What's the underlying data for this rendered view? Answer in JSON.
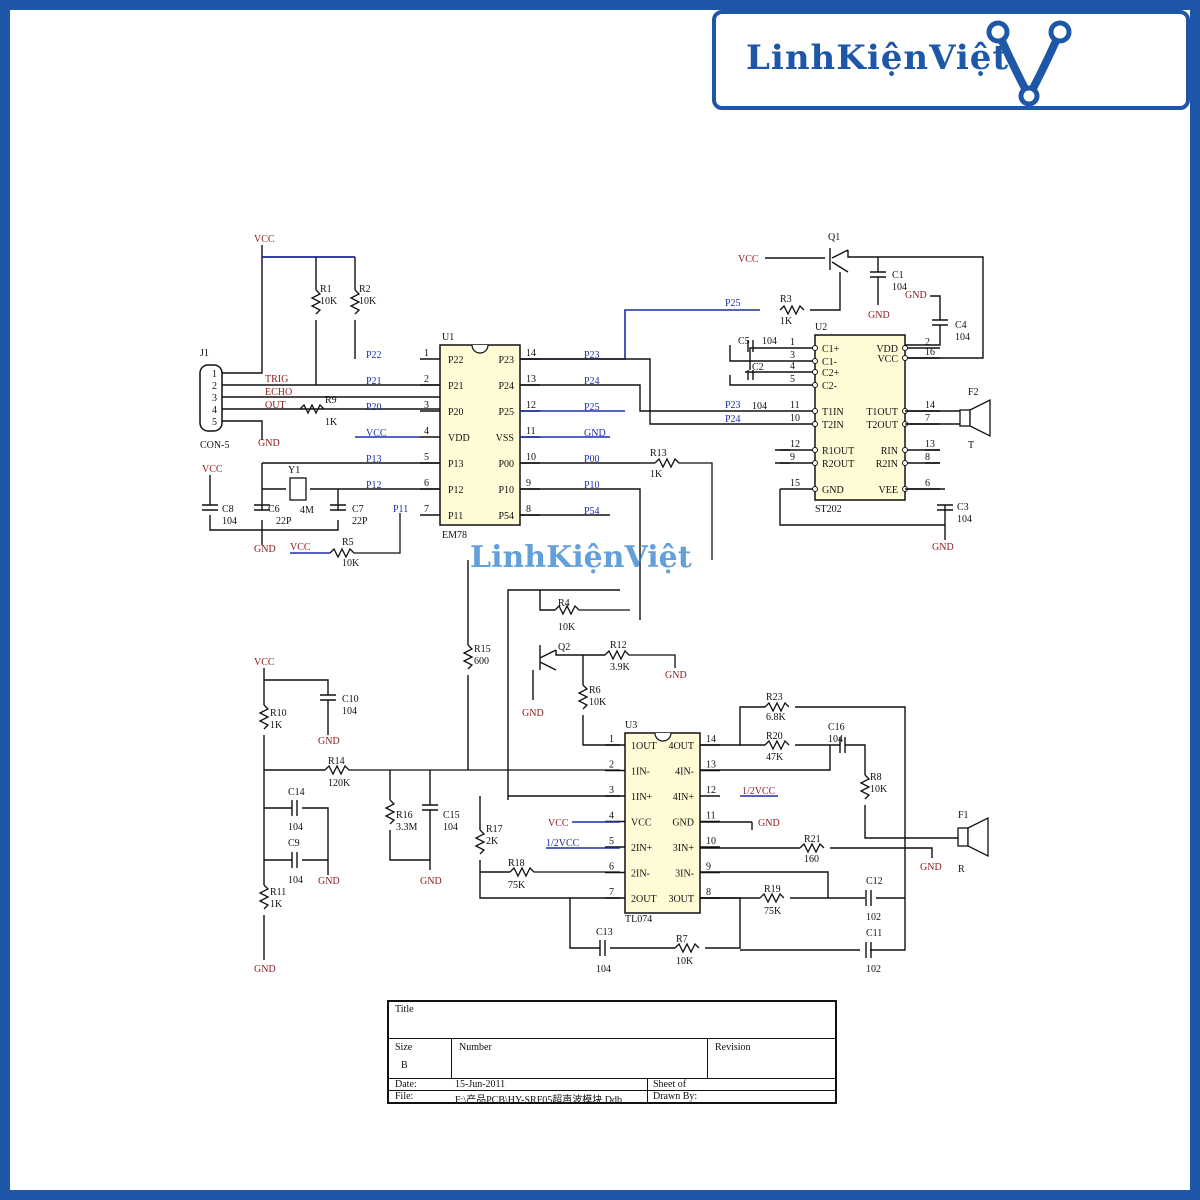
{
  "logo": {
    "brand_text": "LinhKiệnViệt"
  },
  "watermark": {
    "text": "LinhKiệnViệt"
  },
  "connector_j1": {
    "ref": "J1",
    "part": "CON-5",
    "pins": [
      "1",
      "2",
      "3",
      "4",
      "5"
    ],
    "signals": [
      "TRIG",
      "ECHO",
      "OUT"
    ]
  },
  "u1": {
    "ref": "U1",
    "part": "EM78",
    "left_pins": [
      {
        "num": "1",
        "name": "P22",
        "net": "P22"
      },
      {
        "num": "2",
        "name": "P21",
        "net": "P21"
      },
      {
        "num": "3",
        "name": "P20",
        "net": "P20"
      },
      {
        "num": "4",
        "name": "VDD",
        "net": "VCC"
      },
      {
        "num": "5",
        "name": "P13",
        "net": "P13"
      },
      {
        "num": "6",
        "name": "P12",
        "net": "P12"
      },
      {
        "num": "7",
        "name": "P11",
        "net": "P11"
      }
    ],
    "right_pins": [
      {
        "num": "14",
        "name": "P23",
        "net": "P23"
      },
      {
        "num": "13",
        "name": "P24",
        "net": "P24"
      },
      {
        "num": "12",
        "name": "P25",
        "net": "P25"
      },
      {
        "num": "11",
        "name": "VSS",
        "net": "GND"
      },
      {
        "num": "10",
        "name": "P00",
        "net": "P00"
      },
      {
        "num": "9",
        "name": "P10",
        "net": "P10"
      },
      {
        "num": "8",
        "name": "P54",
        "net": "P54"
      }
    ]
  },
  "u2": {
    "ref": "U2",
    "part": "ST202",
    "left_pins": [
      {
        "num": "1",
        "name": "C1+"
      },
      {
        "num": "3",
        "name": "C1-"
      },
      {
        "num": "4",
        "name": "C2+"
      },
      {
        "num": "5",
        "name": "C2-"
      },
      {
        "num": "11",
        "name": "T1IN"
      },
      {
        "num": "10",
        "name": "T2IN"
      },
      {
        "num": "12",
        "name": "R1OUT"
      },
      {
        "num": "9",
        "name": "R2OUT"
      },
      {
        "num": "15",
        "name": "GND"
      }
    ],
    "right_pins": [
      {
        "num": "2",
        "name": "VDD"
      },
      {
        "num": "16",
        "name": "VCC"
      },
      {
        "num": "14",
        "name": "T1OUT"
      },
      {
        "num": "7",
        "name": "T2OUT"
      },
      {
        "num": "13",
        "name": "RIN"
      },
      {
        "num": "8",
        "name": "R2IN"
      },
      {
        "num": "6",
        "name": "VEE"
      }
    ]
  },
  "u3": {
    "ref": "U3",
    "part": "TL074",
    "left_pins": [
      {
        "num": "1",
        "name": "1OUT"
      },
      {
        "num": "2",
        "name": "1IN-"
      },
      {
        "num": "3",
        "name": "1IN+"
      },
      {
        "num": "4",
        "name": "VCC"
      },
      {
        "num": "5",
        "name": "2IN+"
      },
      {
        "num": "6",
        "name": "2IN-"
      },
      {
        "num": "7",
        "name": "2OUT"
      }
    ],
    "right_pins": [
      {
        "num": "14",
        "name": "4OUT"
      },
      {
        "num": "13",
        "name": "4IN-"
      },
      {
        "num": "12",
        "name": "4IN+"
      },
      {
        "num": "11",
        "name": "GND"
      },
      {
        "num": "10",
        "name": "3IN+"
      },
      {
        "num": "9",
        "name": "3IN-"
      },
      {
        "num": "8",
        "name": "3OUT"
      }
    ]
  },
  "labels": {
    "vcc": "VCC",
    "gnd": "GND",
    "half_vcc": "1/2VCC",
    "q1": "Q1",
    "q2": "Q2",
    "y1": "Y1",
    "y1_val": "4M",
    "f1": "F1",
    "f1_side": "R",
    "f2": "F2",
    "f2_side": "T"
  },
  "resistors": [
    {
      "ref": "R1",
      "value": "10K"
    },
    {
      "ref": "R2",
      "value": "10K"
    },
    {
      "ref": "R3",
      "value": "1K"
    },
    {
      "ref": "R4",
      "value": "10K"
    },
    {
      "ref": "R5",
      "value": "10K"
    },
    {
      "ref": "R6",
      "value": "10K"
    },
    {
      "ref": "R7",
      "value": "10K"
    },
    {
      "ref": "R8",
      "value": "10K"
    },
    {
      "ref": "R9",
      "value": "1K"
    },
    {
      "ref": "R10",
      "value": "1K"
    },
    {
      "ref": "R11",
      "value": "1K"
    },
    {
      "ref": "R12",
      "value": "3.9K"
    },
    {
      "ref": "R13",
      "value": "1K"
    },
    {
      "ref": "R14",
      "value": "120K"
    },
    {
      "ref": "R15",
      "value": "600"
    },
    {
      "ref": "R16",
      "value": "3.3M"
    },
    {
      "ref": "R17",
      "value": "2K"
    },
    {
      "ref": "R18",
      "value": "75K"
    },
    {
      "ref": "R19",
      "value": "75K"
    },
    {
      "ref": "R20",
      "value": "47K"
    },
    {
      "ref": "R21",
      "value": "160"
    },
    {
      "ref": "R23",
      "value": "6.8K"
    }
  ],
  "capacitors": [
    {
      "ref": "C1",
      "value": "104"
    },
    {
      "ref": "C2",
      "value": "104"
    },
    {
      "ref": "C3",
      "value": "104"
    },
    {
      "ref": "C4",
      "value": "104"
    },
    {
      "ref": "C5",
      "value": "104"
    },
    {
      "ref": "C6",
      "value": "22P"
    },
    {
      "ref": "C7",
      "value": "22P"
    },
    {
      "ref": "C8",
      "value": "104"
    },
    {
      "ref": "C9",
      "value": "104"
    },
    {
      "ref": "C10",
      "value": "104"
    },
    {
      "ref": "C11",
      "value": "102"
    },
    {
      "ref": "C12",
      "value": "102"
    },
    {
      "ref": "C13",
      "value": "104"
    },
    {
      "ref": "C14",
      "value": "104"
    },
    {
      "ref": "C15",
      "value": "104"
    },
    {
      "ref": "C16",
      "value": "104"
    }
  ],
  "title_block": {
    "title_label": "Title",
    "size_label": "Size",
    "size_value": "B",
    "number_label": "Number",
    "revision_label": "Revision",
    "date_label": "Date:",
    "date_value": "15-Jun-2011",
    "sheet_label": "Sheet   of",
    "file_label": "File:",
    "file_value": "F:\\产品PCB\\HY-SRF05超声波模块.Ddb",
    "drawn_label": "Drawn By:"
  },
  "colors": {
    "frame_blue": "#1f57a8",
    "chip_fill": "#fffbd6",
    "net_blue": "#1a2fa8",
    "net_red": "#8a1a1a"
  }
}
